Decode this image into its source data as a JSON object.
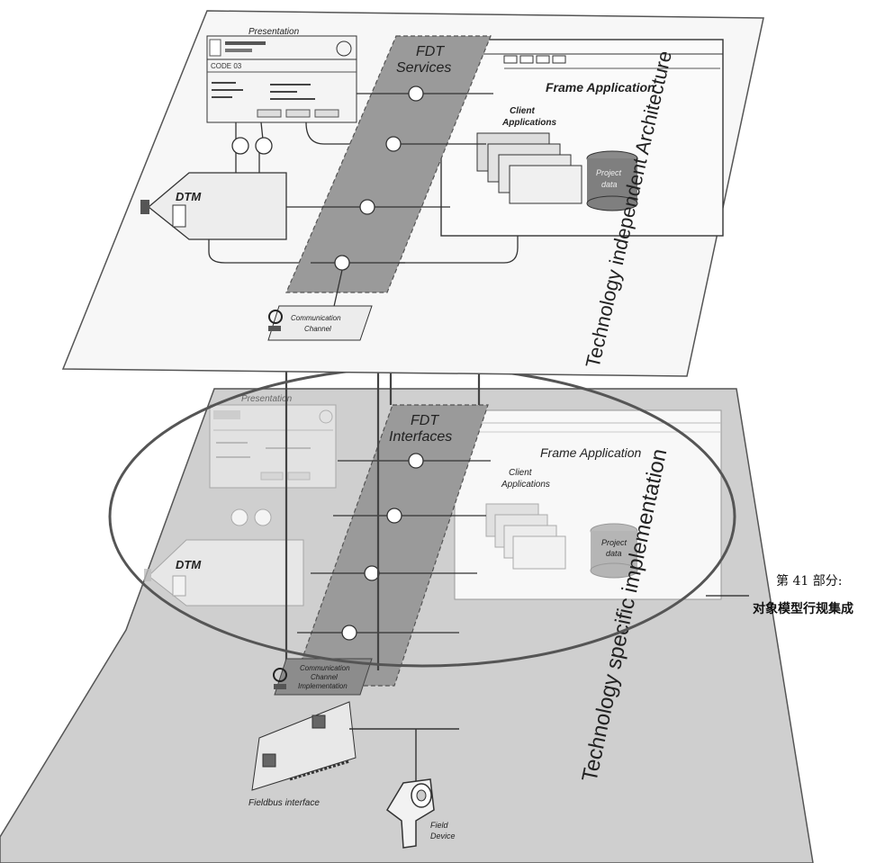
{
  "upper_plane": {
    "title": "Technology independent Architecture",
    "presentation_label": "Presentation",
    "presentation_code": "CODE 03",
    "fdt_label_line1": "FDT",
    "fdt_label_line2": "Services",
    "frame_application": "Frame Application",
    "client_applications_line1": "Client",
    "client_applications_line2": "Applications",
    "project_data_line1": "Project",
    "project_data_line2": "data",
    "dtm": "DTM",
    "comm_channel_line1": "Communication",
    "comm_channel_line2": "Channel"
  },
  "lower_plane": {
    "title": "Technology specific implementation",
    "presentation_label": "Presentation",
    "fdt_label_line1": "FDT",
    "fdt_label_line2": "Interfaces",
    "frame_application": "Frame Application",
    "client_applications_line1": "Client",
    "client_applications_line2": "Applications",
    "project_data_line1": "Project",
    "project_data_line2": "data",
    "dtm": "DTM",
    "comm_impl_line1": "Communication",
    "comm_impl_line2": "Channel",
    "comm_impl_line3": "Implementation",
    "fieldbus_interface": "Fieldbus interface",
    "field_device_line1": "Field",
    "field_device_line2": "Device"
  },
  "callout": {
    "line1": "第 41 部分:",
    "line2": "对象模型行规集成"
  },
  "colors": {
    "upper_plane_fill": "#f7f7f7",
    "lower_plane_fill": "#cfcfcf",
    "fdt_band_fill": "#9a9a9a",
    "outline": "#444444",
    "ellipse": "#555555"
  }
}
